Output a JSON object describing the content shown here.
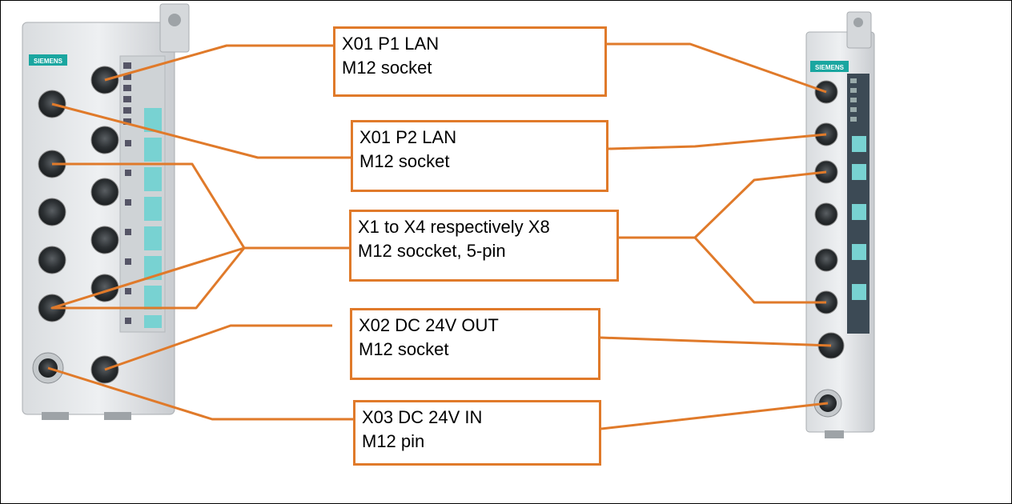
{
  "colors": {
    "accent": "#e07a2a",
    "brand": "#1aa6a0",
    "led": "#78d2d2"
  },
  "devices": {
    "left": {
      "brand": "SIEMENS"
    },
    "right": {
      "brand": "SIEMENS"
    }
  },
  "labels": [
    {
      "id": "x01-p1",
      "line1": "X01 P1 LAN",
      "line2": "M12 socket"
    },
    {
      "id": "x01-p2",
      "line1": "X01 P2 LAN",
      "line2": "M12 socket"
    },
    {
      "id": "x1-x4",
      "line1": "X1 to X4 respectively X8",
      "line2": "M12 soccket, 5-pin"
    },
    {
      "id": "x02",
      "line1": "X02 DC 24V OUT",
      "line2": "M12 socket"
    },
    {
      "id": "x03",
      "line1": "X03 DC 24V IN",
      "line2": "M12 pin"
    }
  ]
}
